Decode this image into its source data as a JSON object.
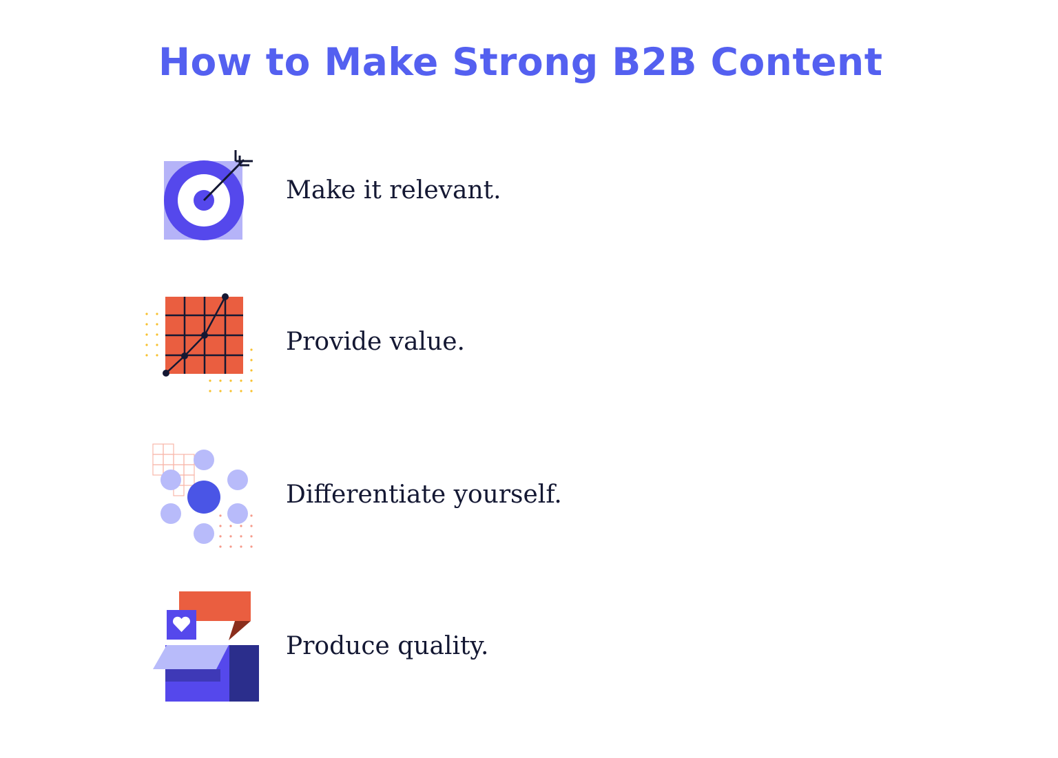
{
  "title": "How to Make Strong B2B Content",
  "colors": {
    "title": "#5460F0",
    "text": "#141833",
    "purple": "#5548EC",
    "lavender": "#B8BBFA",
    "orange": "#EA5E40",
    "dark_red": "#8A2E1C",
    "navy": "#2B2E8C",
    "yellow_dots": "#F7C12E",
    "pink_dots": "#F59A8A"
  },
  "items": [
    {
      "label": "Make it relevant.",
      "icon": "target-arrow-icon"
    },
    {
      "label": "Provide value.",
      "icon": "growth-chart-icon"
    },
    {
      "label": "Differentiate yourself.",
      "icon": "circles-cluster-icon"
    },
    {
      "label": "Produce quality.",
      "icon": "box-heart-speech-icon"
    }
  ]
}
